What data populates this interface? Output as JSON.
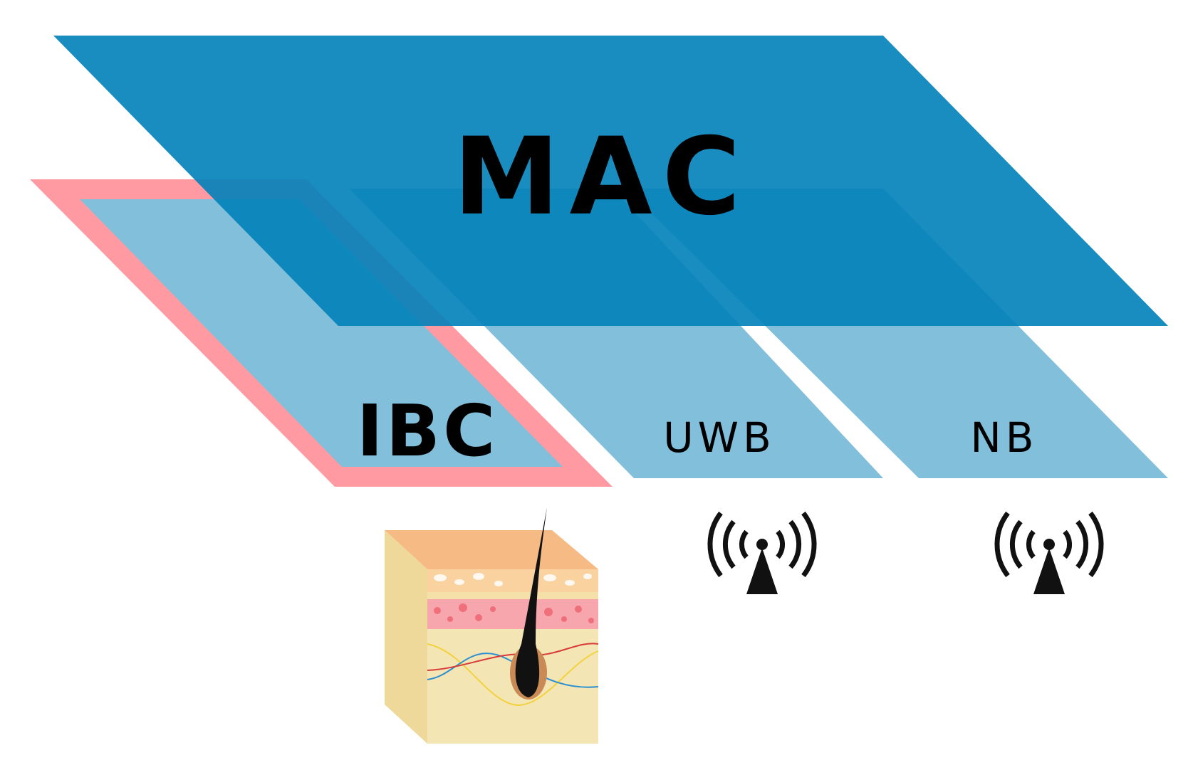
{
  "diagram": {
    "mac_layer": {
      "label": "MAC"
    },
    "phy_layers": [
      {
        "label": "IBC",
        "highlighted": true,
        "illustration": "skin-cross-section"
      },
      {
        "label": "UWB",
        "highlighted": false,
        "illustration": "wireless-antenna-icon"
      },
      {
        "label": "NB",
        "highlighted": false,
        "illustration": "wireless-antenna-icon"
      }
    ],
    "colors": {
      "mac_layer": "#0181b9",
      "phy_layer": "#82bfda",
      "ibc_highlight": "#ff9aa2",
      "skin_epidermis": "#f3b07c",
      "skin_dermis": "#f6a6ac",
      "skin_hypodermis": "#f4e5b5",
      "hair": "#111111",
      "antenna": "#111111"
    }
  }
}
